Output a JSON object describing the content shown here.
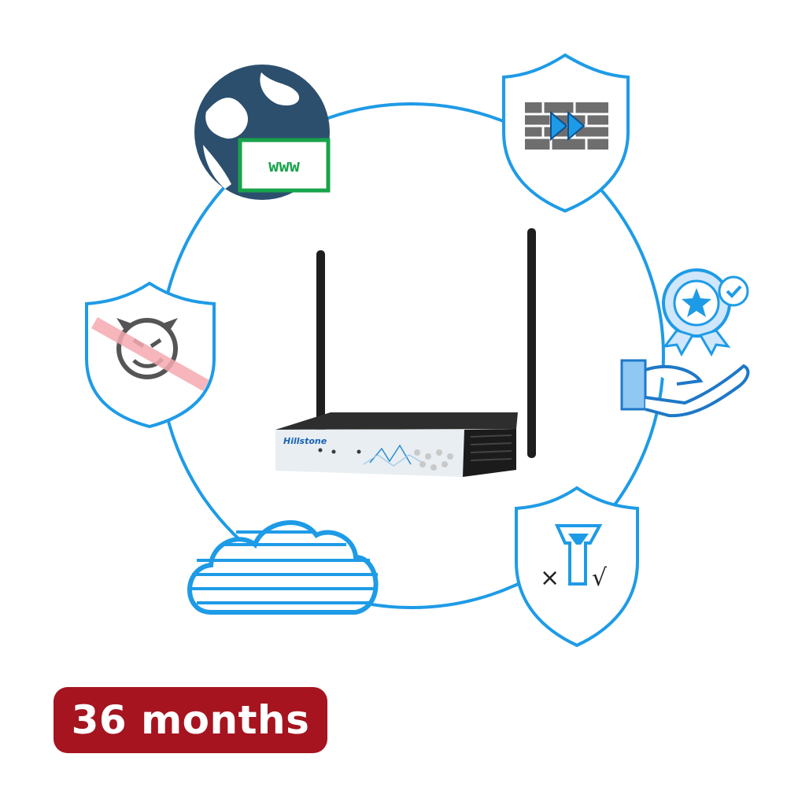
{
  "badge": {
    "label": "36 months"
  },
  "device": {
    "brand": "Hillstone"
  },
  "website_icon": {
    "text": "www"
  },
  "url_filter_icon": {
    "reject_mark": "×",
    "accept_mark": "√"
  },
  "colors": {
    "ring": "#1e9be6",
    "badge_bg": "#a5141f",
    "badge_text": "#ffffff",
    "globe": "#2c4f6e",
    "www_green": "#17a34a",
    "shield_stroke": "#1e9be6",
    "wall_gray": "#6e6e6e"
  },
  "icons": [
    "globe-www-icon",
    "firewall-shield-icon",
    "award-hand-icon",
    "url-filter-shield-icon",
    "cloud-icon",
    "antimalware-shield-icon",
    "router-device"
  ]
}
